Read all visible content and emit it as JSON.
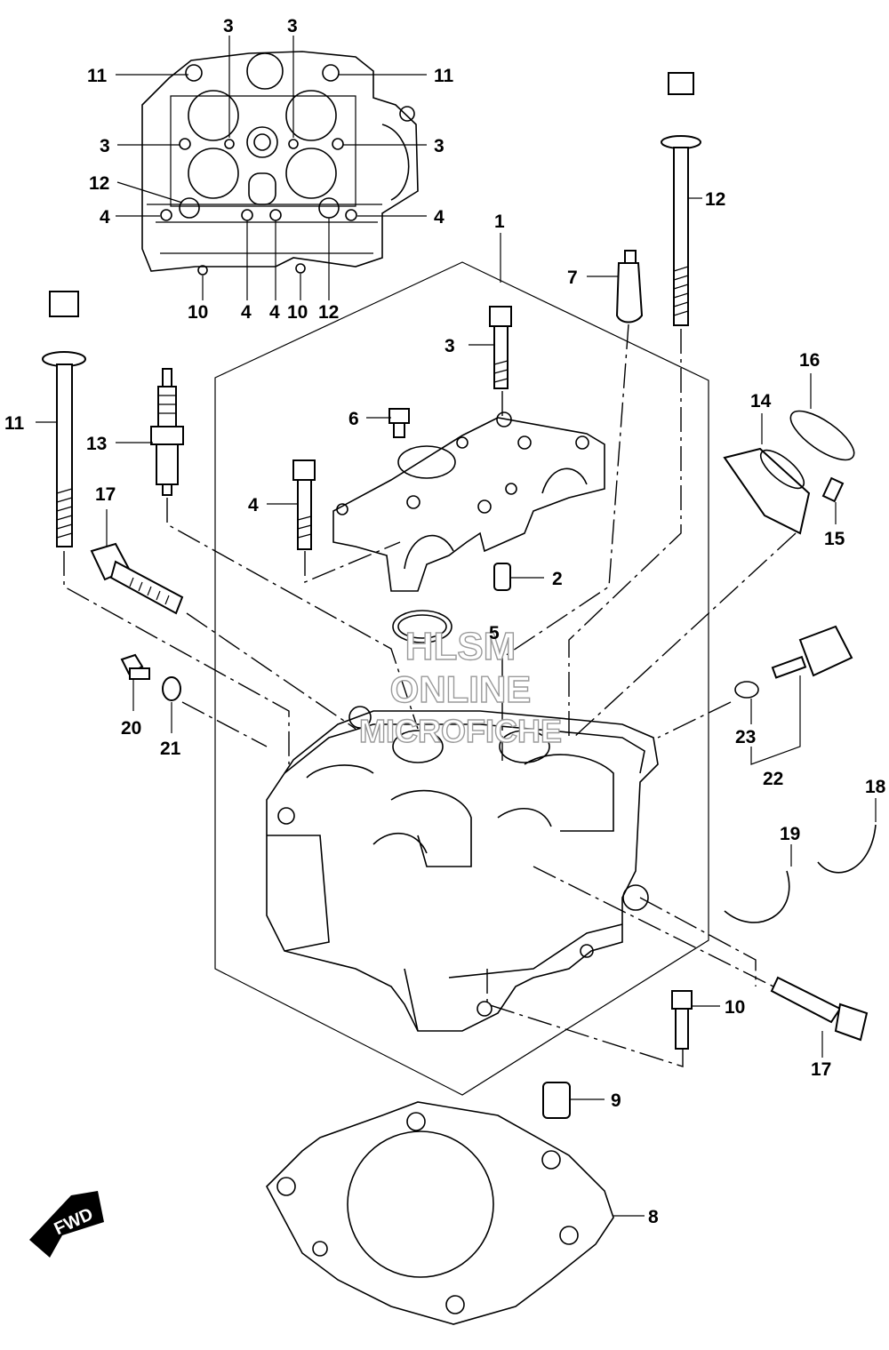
{
  "watermark": {
    "line1": "HLSM",
    "line2": "ONLINE",
    "line3": "MICROFICHE"
  },
  "fwd_label": "FWD",
  "callouts": {
    "c11_top_left": "11",
    "c11_top_right": "11",
    "c3_a": "3",
    "c3_b": "3",
    "c3_left": "3",
    "c3_right": "3",
    "c12_head_left": "12",
    "c4_head_left": "4",
    "c4_head_right": "4",
    "c10_a": "10",
    "c4_a": "4",
    "c4_b": "4",
    "c10_b": "10",
    "c12_b": "12",
    "c1": "1",
    "c7": "7",
    "c12_bolt": "12",
    "c3_bolt": "3",
    "c6": "6",
    "c11_bolt": "11",
    "c13": "13",
    "c16": "16",
    "c14": "14",
    "c15": "15",
    "c4_bolt": "4",
    "c17_left": "17",
    "c2": "2",
    "c5": "5",
    "c20": "20",
    "c21": "21",
    "c23": "23",
    "c22": "22",
    "c18": "18",
    "c19": "19",
    "c10_bolt": "10",
    "c17_right": "17",
    "c9": "9",
    "c8": "8"
  }
}
